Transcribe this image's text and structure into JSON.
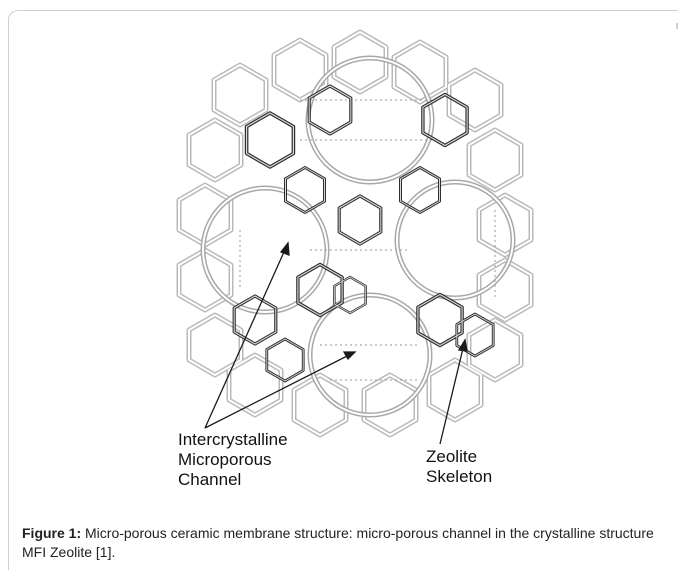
{
  "figure": {
    "labels": {
      "channel_line1": "Intercrystalline",
      "channel_line2": "Microporous",
      "channel_line3": "Channel",
      "skeleton_line1": "Zeolite",
      "skeleton_line2": "Skeleton"
    },
    "caption": {
      "prefix": "Figure 1:",
      "text": "Micro-porous ceramic membrane structure: micro-porous channel in the crystalline structure MFI Zeolite [1]."
    }
  }
}
